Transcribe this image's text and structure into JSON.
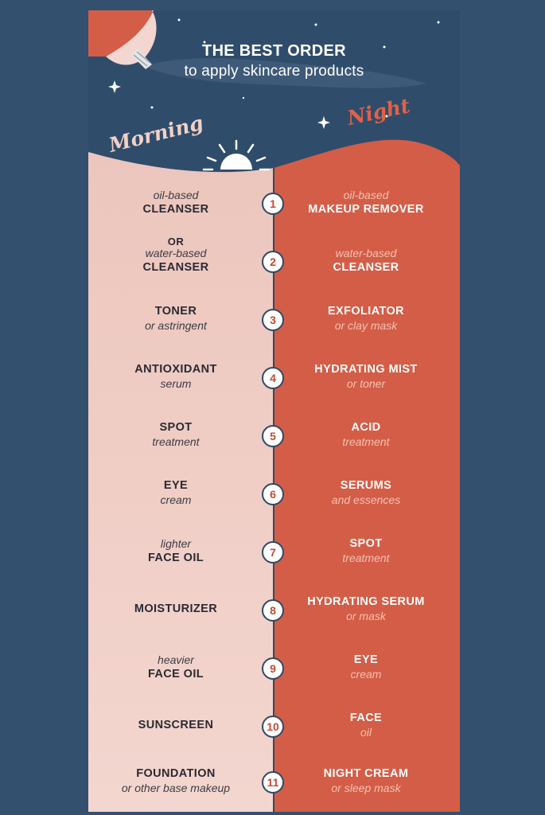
{
  "title": {
    "line1": "THE BEST ORDER",
    "line2": "to apply skincare products"
  },
  "labels": {
    "morning": "Morning",
    "night": "Night"
  },
  "colors": {
    "background": "#33506e",
    "header": "#2f4d6b",
    "morning_panel": "#f0cdc4",
    "night_panel": "#d25c46",
    "step_number": "#c24a36"
  },
  "separator": "OR",
  "steps": [
    {
      "number": "1",
      "morning": [
        "oil-based",
        "CLEANSER"
      ],
      "night": [
        "oil-based",
        "MAKEUP REMOVER"
      ]
    },
    {
      "number": "2",
      "morning": [
        "water-based",
        "CLEANSER"
      ],
      "night": [
        "water-based",
        "CLEANSER"
      ]
    },
    {
      "number": "3",
      "morning": [
        "TONER",
        "or astringent"
      ],
      "night": [
        "EXFOLIATOR",
        "or clay mask"
      ]
    },
    {
      "number": "4",
      "morning": [
        "ANTIOXIDANT",
        "serum"
      ],
      "night": [
        "HYDRATING MIST",
        "or toner"
      ]
    },
    {
      "number": "5",
      "morning": [
        "SPOT",
        "treatment"
      ],
      "night": [
        "ACID",
        "treatment"
      ]
    },
    {
      "number": "6",
      "morning": [
        "EYE",
        "cream"
      ],
      "night": [
        "SERUMS",
        "and essences"
      ]
    },
    {
      "number": "7",
      "morning": [
        "lighter",
        "FACE OIL"
      ],
      "night": [
        "SPOT",
        "treatment"
      ]
    },
    {
      "number": "8",
      "morning": [
        "MOISTURIZER"
      ],
      "night": [
        "HYDRATING SERUM",
        "or mask"
      ]
    },
    {
      "number": "9",
      "morning": [
        "heavier",
        "FACE OIL"
      ],
      "night": [
        "EYE",
        "cream"
      ]
    },
    {
      "number": "10",
      "morning": [
        "SUNSCREEN"
      ],
      "night": [
        "FACE",
        "oil"
      ]
    },
    {
      "number": "11",
      "morning": [
        "FOUNDATION",
        "or other base makeup"
      ],
      "night": [
        "NIGHT CREAM",
        "or sleep mask"
      ]
    }
  ]
}
